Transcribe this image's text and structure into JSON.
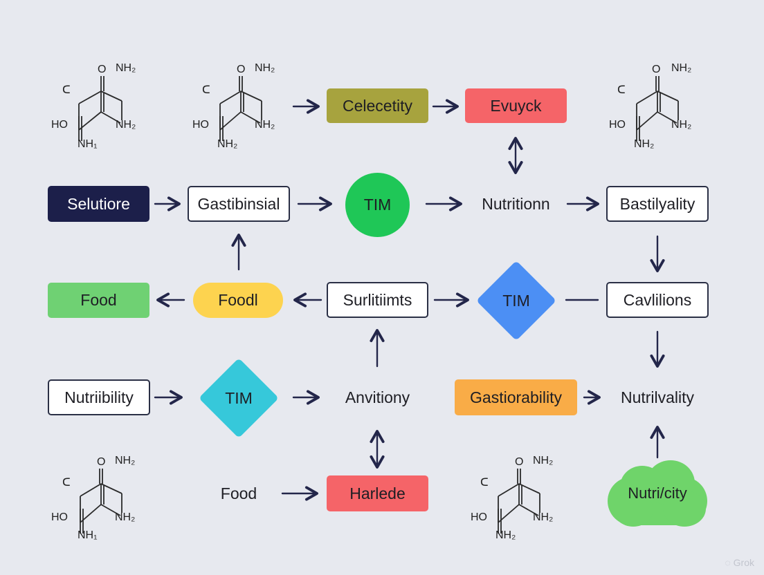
{
  "nodes": {
    "celecetity": {
      "label": "Celecetity",
      "color": "#a7a33e"
    },
    "evuyck": {
      "label": "Evuyck",
      "color": "#f56468"
    },
    "selutiore": {
      "label": "Selutiore",
      "color": "#1c1f4a"
    },
    "gastibinsial": {
      "label": "Gastibinsial"
    },
    "tim_circle": {
      "label": "TIM",
      "color": "#1fc757"
    },
    "nutritionn": {
      "label": "Nutritionn"
    },
    "bastilyality": {
      "label": "Bastilyality"
    },
    "food_green": {
      "label": "Food",
      "color": "#6fd173"
    },
    "foodl": {
      "label": "Foodl",
      "color": "#fdd34f"
    },
    "surlitiimts": {
      "label": "Surlitiimts"
    },
    "tim_blue": {
      "label": "TIM",
      "color": "#4c8ff4"
    },
    "cavlilions": {
      "label": "Cavlilions"
    },
    "nutriibility": {
      "label": "Nutriibility"
    },
    "tim_cyan": {
      "label": "TIM",
      "color": "#36c8da"
    },
    "anvitiony": {
      "label": "Anvitiony"
    },
    "gastioability": {
      "label": "Gastiorability",
      "color": "#f9ac47"
    },
    "nutrilvality": {
      "label": "Nutrilvality"
    },
    "food_plain": {
      "label": "Food"
    },
    "harlede": {
      "label": "Harlede",
      "color": "#f56468"
    },
    "nutrilcity": {
      "label": "Nutri/city",
      "color": "#6fd46a"
    }
  },
  "molecule_labels": {
    "top_left": {
      "c": "ᑕ",
      "o": "O",
      "nh2_top": "NH₂",
      "ho": "HO",
      "nh2_right": "NH₂",
      "nh_bottom": "NH₁"
    },
    "top_mid": {
      "c": "ᑕ",
      "o": "O",
      "nh2_top": "NH₂",
      "ho": "HO",
      "nh2_right": "NH₂",
      "nh_bottom": "NH₂"
    },
    "top_right": {
      "c": "ᑕ",
      "o": "O",
      "nh2_top": "NH₂",
      "ho": "HO",
      "nh2_right": "NH₂",
      "nh_bottom": "NH₂"
    },
    "bottom_left": {
      "c": "ᑕ",
      "o": "O",
      "nh2_top": "NH₂",
      "ho": "HO",
      "nh2_right": "NH₂",
      "nh_bottom": "NH₁"
    },
    "bottom_mid": {
      "c": "ᑕ",
      "o": "O",
      "nh2_top": "NH₂",
      "ho": "HO",
      "nh2_right": "NH₂",
      "nh_bottom": "NH₂"
    }
  },
  "watermark": "Grok",
  "colors": {
    "arrow": "#23264a",
    "outline": "#2a2f45",
    "background": "#e7e9ef"
  }
}
